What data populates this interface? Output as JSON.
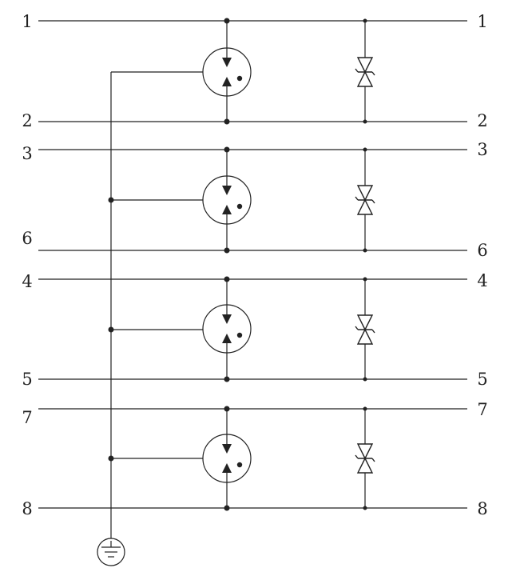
{
  "diagram": {
    "groups": [
      {
        "top_label": "1",
        "bottom_label": "2"
      },
      {
        "top_label": "3",
        "bottom_label": "6"
      },
      {
        "top_label": "4",
        "bottom_label": "5"
      },
      {
        "top_label": "7",
        "bottom_label": "8"
      }
    ]
  },
  "colors": {
    "line": "#222222",
    "background": "#ffffff"
  }
}
